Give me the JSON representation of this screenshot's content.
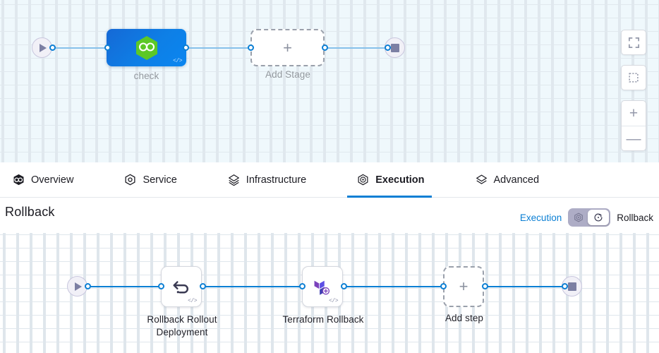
{
  "stage_graph": {
    "start_node": {
      "icon": "play-icon"
    },
    "stage": {
      "label": "check",
      "icon": "harness-hexagon-icon",
      "badge": "</>",
      "selected": true
    },
    "add_stage": {
      "label": "Add Stage",
      "icon": "plus-icon"
    },
    "end_node": {
      "icon": "stop-icon"
    }
  },
  "canvas_controls": {
    "fullscreen_label": "fullscreen-icon",
    "select_label": "marquee-select-icon",
    "zoom_in_label": "+",
    "zoom_out_label": "—"
  },
  "tabs": [
    {
      "label": "Overview",
      "icon": "harness-hexagon-icon",
      "active": false
    },
    {
      "label": "Service",
      "icon": "service-hexagon-icon",
      "active": false
    },
    {
      "label": "Infrastructure",
      "icon": "infrastructure-layers-icon",
      "active": false
    },
    {
      "label": "Execution",
      "icon": "execution-icon",
      "active": true
    },
    {
      "label": "Advanced",
      "icon": "advanced-layers-icon",
      "active": false
    }
  ],
  "rollback_section": {
    "title": "Rollback",
    "toggle": {
      "left_label": "Execution",
      "right_label": "Rollback",
      "selected": "Rollback",
      "left_icon": "execution-icon",
      "right_icon": "rollback-arrow-icon"
    }
  },
  "rollback_graph": {
    "start_node": {
      "icon": "play-icon"
    },
    "steps": [
      {
        "label": "Rollback Rollout Deployment",
        "icon": "rollback-curved-arrow-icon",
        "badge": "</>"
      },
      {
        "label": "Terraform Rollback",
        "icon": "terraform-icon",
        "badge": "</>"
      }
    ],
    "add_step": {
      "label": "Add step",
      "icon": "plus-icon"
    },
    "end_node": {
      "icon": "stop-icon"
    }
  },
  "colors": {
    "accent_blue": "#0b7fd4",
    "stage_selected": "#0e7fe6",
    "harness_green": "#5cc827",
    "terraform_purple": "#7b42bc",
    "terminal_grey": "#7c7fa3"
  }
}
